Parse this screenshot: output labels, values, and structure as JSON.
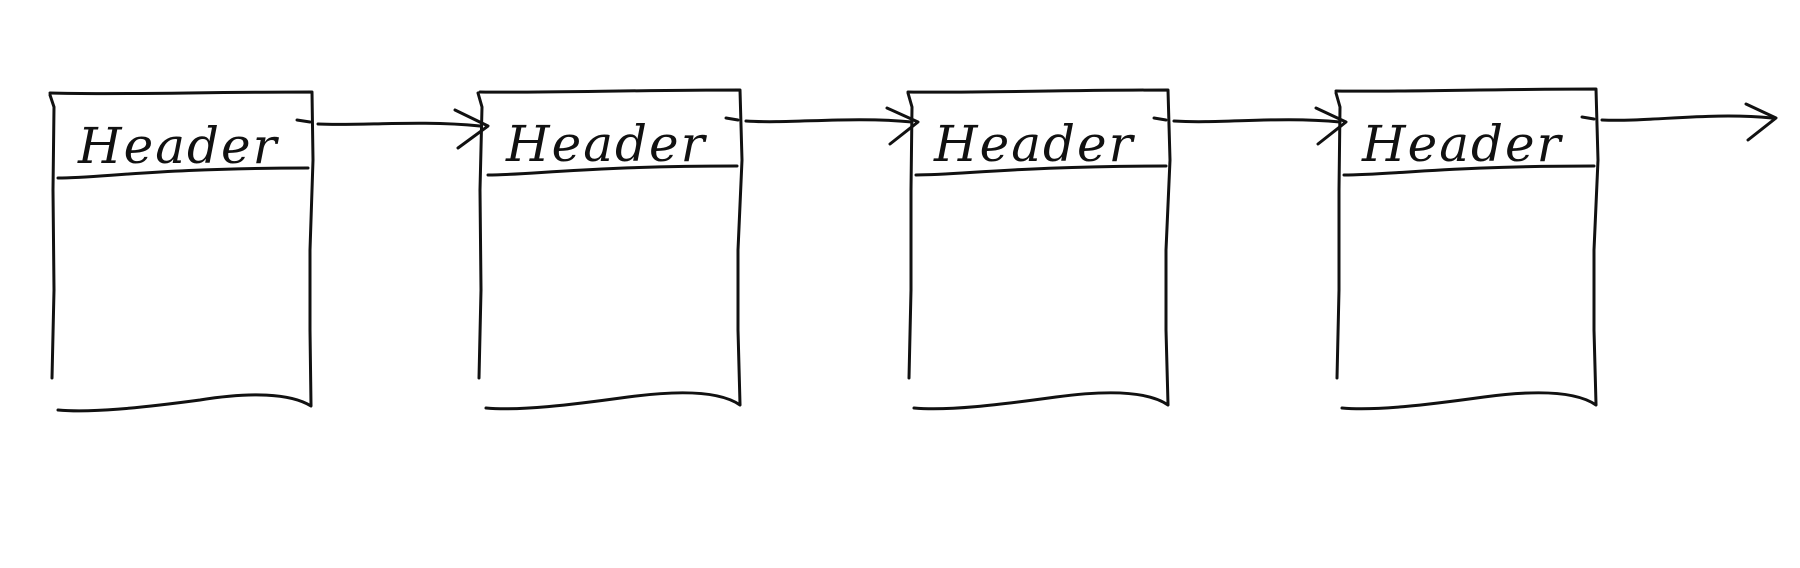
{
  "diagram": {
    "stroke_color": "#111111",
    "background": "#ffffff",
    "nodes": [
      {
        "header": "Header"
      },
      {
        "header": "Header"
      },
      {
        "header": "Header"
      },
      {
        "header": "Header"
      }
    ],
    "trailing_arrow": true
  }
}
